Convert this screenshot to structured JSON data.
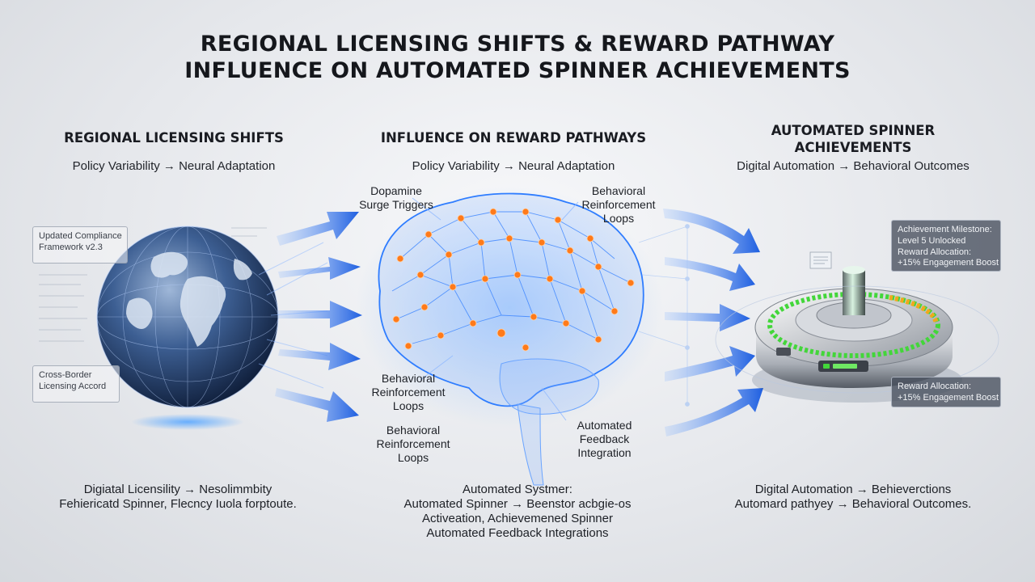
{
  "title": {
    "line1": "REGIONAL LICENSING SHIFTS & REWARD PATHWAY",
    "line2": "INFLUENCE ON AUTOMATED SPINNER ACHIEVEMENTS"
  },
  "columns": {
    "left": {
      "heading": "REGIONAL LICENSING SHIFTS",
      "subheading": "Policy Variability → Neural Adaptation"
    },
    "center": {
      "heading": "INFLUENCE ON REWARD PATHWAYS",
      "subheading": "Policy Variability → Neural Adaptation"
    },
    "right": {
      "heading_line1": "AUTOMATED SPINNER",
      "heading_line2": "ACHIEVEMENTS",
      "subheading": "Digital Automation → Behavioral Outcomes"
    }
  },
  "globe_cards": {
    "top": {
      "line1": "Updated Compliance",
      "line2": "Framework v2.3"
    },
    "bottom": {
      "line1": "Cross-Border",
      "line2": "Licensing Accord"
    }
  },
  "brain_labels": {
    "dopamine": {
      "line1": "Dopamine",
      "line2": "Surge Triggers"
    },
    "reinforcement_top_right": {
      "line1": "Behavioral",
      "line2": "Reinforcement",
      "line3": "Loops"
    },
    "reinforcement_left": {
      "line1": "Behavioral",
      "line2": "Reinforcement",
      "line3": "Loops"
    },
    "reinforcement_bottom": {
      "line1": "Behavioral",
      "line2": "Reinforcement",
      "line3": "Loops"
    },
    "feedback": {
      "line1": "Automated",
      "line2": "Feedback",
      "line3": "Integration"
    }
  },
  "spinner_cards": {
    "top": {
      "line1": "Achievement Milestone:",
      "line2": "Level 5 Unlocked",
      "line3": "Reward Allocation:",
      "line4": "+15% Engagement Boost"
    },
    "bottom": {
      "line1": "Reward Allocation:",
      "line2": "+15% Engagement Boost"
    }
  },
  "bottom": {
    "left": {
      "line1": "Digiatal Licensility → Nesolimmbity",
      "line2": "Fehiericatd Spinner, Flecncy Iuola forptoute."
    },
    "center": {
      "line1": "Automated Systmer:",
      "line2": "Automated Spinner → Beenstor acbgie-os",
      "line3": "Activeation, Achievemened Spinner",
      "line4": "Automated Feedback Integrations"
    },
    "right": {
      "line1": "Digital Automation → Behieverctions",
      "line2": "Automard pathyey → Behavioral Outcomes."
    }
  },
  "colors": {
    "arrow_blue": "#1f5fe0",
    "neural_orange": "#ff7a1a",
    "neural_blue": "#2f7dff",
    "spinner_green": "#43d63a",
    "spinner_amber": "#f0a91c"
  }
}
